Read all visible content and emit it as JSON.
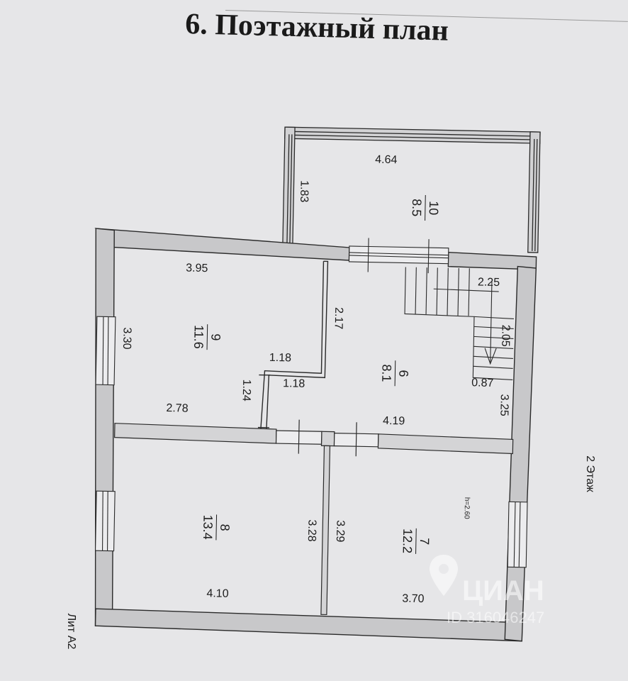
{
  "title": "6. Поэтажный план",
  "floor_label": "2 Этаж",
  "lit_label": "Лит А2",
  "ceiling_height": "h=2.60",
  "watermark": {
    "brand": "ЦИАН",
    "id_text": "ID 316046247",
    "icon": "map-pin-icon"
  },
  "rooms": [
    {
      "number": "10",
      "area": "8.5"
    },
    {
      "number": "9",
      "area": "11.6"
    },
    {
      "number": "6",
      "area": "8.1"
    },
    {
      "number": "8",
      "area": "13.4"
    },
    {
      "number": "7",
      "area": "12.2"
    }
  ],
  "dimensions": {
    "r10_width": "4.64",
    "r10_depth": "1.83",
    "r9_top": "3.95",
    "r9_left": "3.30",
    "r9_bottom": "2.78",
    "r9_notch_top": "1.18",
    "r9_notch_side": "1.24",
    "r6_notch": "1.18",
    "r6_left": "2.17",
    "r6_bottom": "4.19",
    "r6_right": "3.25",
    "stair_top": "2.25",
    "stair_side": "2.05",
    "stair_bottom": "0.87",
    "r8_right": "3.28",
    "r8_bottom": "4.10",
    "r7_left": "3.29",
    "r7_bottom": "3.70"
  }
}
